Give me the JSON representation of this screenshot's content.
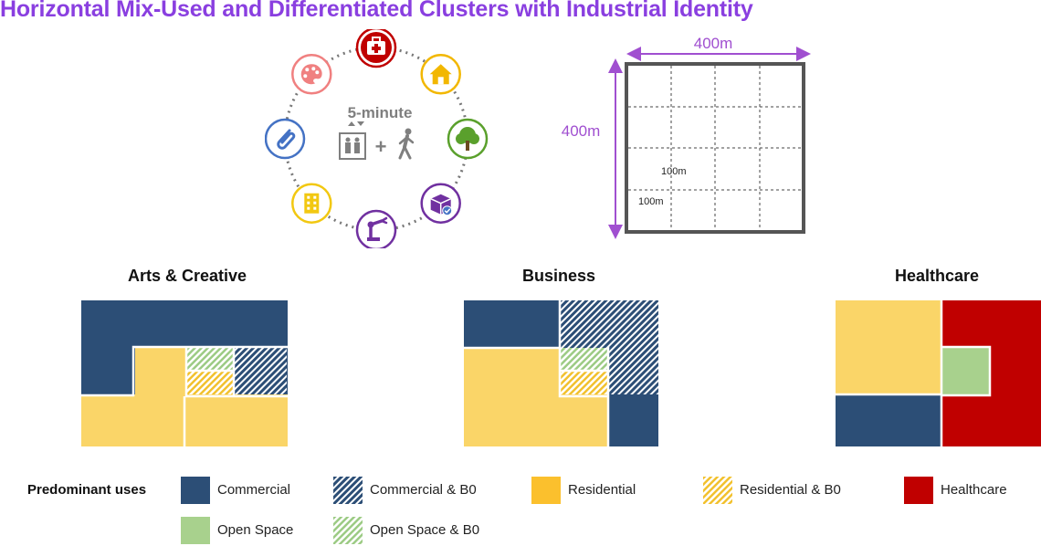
{
  "title": "Horizontal Mix-Used and Differentiated Clusters with Industrial Identity",
  "colors": {
    "title": "#8a3fe0",
    "commercial": "#2c4e76",
    "residential": "#fad568",
    "healthcare": "#c00000",
    "open_space": "#a8d18d",
    "dimension": "#a04fd0"
  },
  "wheel": {
    "center_label": "5-minute",
    "plus": "+",
    "icons": [
      {
        "name": "healthcare-icon",
        "color": "#c00000"
      },
      {
        "name": "home-icon",
        "color": "#f2b700"
      },
      {
        "name": "tree-icon",
        "color": "#5aa02c"
      },
      {
        "name": "delivery-icon",
        "color": "#7030a0"
      },
      {
        "name": "robot-arm-icon",
        "color": "#7030a0"
      },
      {
        "name": "building-icon",
        "color": "#f2c811"
      },
      {
        "name": "paperclip-icon",
        "color": "#4472c4"
      },
      {
        "name": "palette-icon",
        "color": "#f08080"
      }
    ]
  },
  "grid": {
    "top_label": "400m",
    "side_label": "400m",
    "cell_label_a": "100m",
    "cell_label_b": "100m"
  },
  "clusters": [
    {
      "name": "Arts & Creative"
    },
    {
      "name": "Business"
    },
    {
      "name": "Healthcare"
    }
  ],
  "legend": {
    "heading": "Predominant uses",
    "items": [
      {
        "label": "Commercial",
        "type": "commercial"
      },
      {
        "label": "Commercial & B0",
        "type": "commercial-b0"
      },
      {
        "label": "Residential",
        "type": "residential"
      },
      {
        "label": "Residential & B0",
        "type": "residential-b0"
      },
      {
        "label": "Healthcare",
        "type": "healthcare"
      },
      {
        "label": "Open Space",
        "type": "open-space"
      },
      {
        "label": "Open Space & B0",
        "type": "open-space-b0"
      }
    ]
  }
}
